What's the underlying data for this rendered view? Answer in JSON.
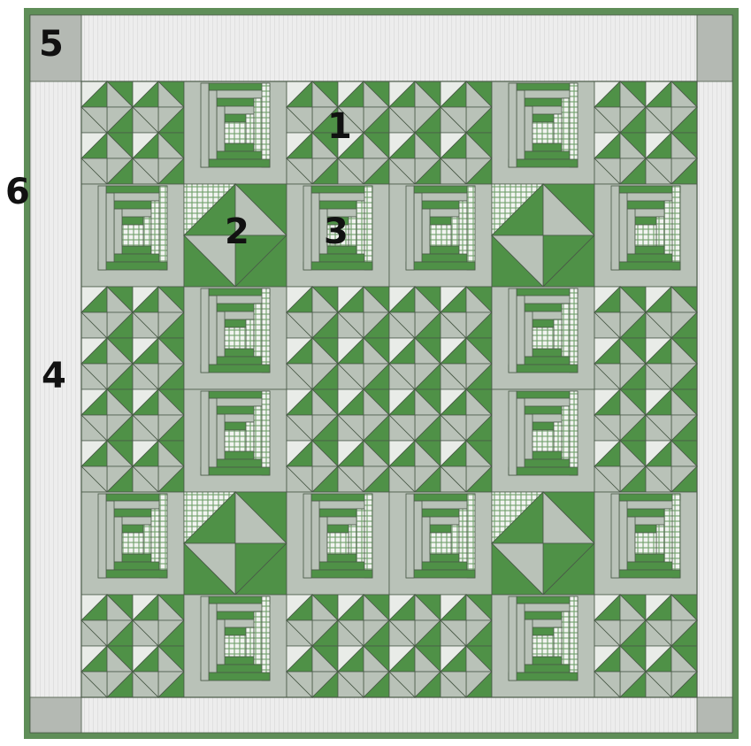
{
  "colors": {
    "background": "#ffffff",
    "binding": "#5f8e58",
    "border": "#ededed",
    "border_stripe": "#e0e0e0",
    "corner": "#b4b9b3",
    "green": "#4f9147",
    "sage": "#b9c2b8",
    "light": "#e9ece8",
    "gingham_bg": "#f2f4f1",
    "gingham_line": "#6f9e6a",
    "seam": "#4a5a48"
  },
  "quilt": {
    "grid_rows": 6,
    "grid_cols": 6,
    "layout": [
      [
        "pinwheel-small",
        "log-cabin",
        "pinwheel-small",
        "pinwheel-small",
        "log-cabin",
        "pinwheel-small"
      ],
      [
        "log-cabin",
        "pinwheel-large",
        "log-cabin",
        "log-cabin",
        "pinwheel-large",
        "log-cabin"
      ],
      [
        "pinwheel-small",
        "log-cabin",
        "pinwheel-small",
        "pinwheel-small",
        "log-cabin",
        "pinwheel-small"
      ],
      [
        "pinwheel-small",
        "log-cabin",
        "pinwheel-small",
        "pinwheel-small",
        "log-cabin",
        "pinwheel-small"
      ],
      [
        "log-cabin",
        "pinwheel-large",
        "log-cabin",
        "log-cabin",
        "pinwheel-large",
        "log-cabin"
      ],
      [
        "pinwheel-small",
        "log-cabin",
        "pinwheel-small",
        "pinwheel-small",
        "log-cabin",
        "pinwheel-small"
      ]
    ]
  },
  "callouts": [
    {
      "id": "1",
      "text": "1"
    },
    {
      "id": "2",
      "text": "2"
    },
    {
      "id": "3",
      "text": "3"
    },
    {
      "id": "4",
      "text": "4"
    },
    {
      "id": "5",
      "text": "5"
    },
    {
      "id": "6",
      "text": "6"
    }
  ]
}
